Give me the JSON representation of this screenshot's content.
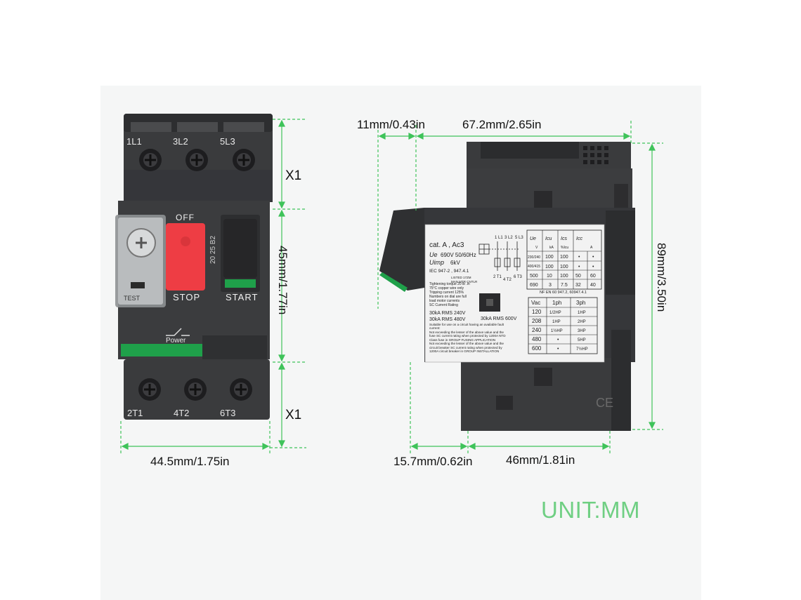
{
  "colors": {
    "dimension_line": "#3fc35a",
    "housing": "#3b3c3e",
    "housing_dark": "#2a2b2d",
    "stop_button": "#ef3e45",
    "accent_green": "#1fa04a",
    "label_panel": "#f2f2f2",
    "unit_text": "#6fcf83"
  },
  "front_view": {
    "terminals_top": [
      "1L1",
      "3L2",
      "5L3"
    ],
    "terminals_bottom": [
      "2T1",
      "4T2",
      "6T3"
    ],
    "off_label": "OFF",
    "stop_label": "STOP",
    "start_label": "START",
    "test_label": "TEST",
    "power_label": "Power",
    "dial_label": "20 25 B2"
  },
  "side_label": {
    "cat": "cat. A , Ac3",
    "ue_line": "690V 50/60Hz",
    "uimp_line": "6kV",
    "iec": "IEC 947-2 , 947.4.1",
    "listed": "LISTED 17ZM",
    "man_mtr": "MAN MTR CNTLR",
    "torque_lines": [
      "Tightening torque 20 lb .in",
      "75°C copper wire only",
      "Tripping current 125%",
      "Numbers on dial are full",
      "load motor currents",
      "SC Current Rating"
    ],
    "ka_lines": [
      "30kA RMS 240V",
      "30kA RMS 480V"
    ],
    "ka_single": "30kA RMS 600V",
    "suitable_lines": [
      "Suitable for use on a circuit having an available fault",
      "current:",
      "Not exceeding the lesser of the above value and the",
      "fuse SC current rating when protected by 1200A NTD",
      "Class fuse in GROUP FUSING APPLICATION",
      "Not exceeding the lesser of the above value and the",
      "circuit breaker SC current rating when protected by",
      "1200A circuit breaker in GROUP INSTALLATION"
    ],
    "nf_line": "NF EN 60 947.2, 60947.4.1",
    "top_table": {
      "headers": [
        "Ue",
        "Icu",
        "Ics",
        "Icc"
      ],
      "subheaders": [
        "V",
        "kA",
        "%Icu",
        "A"
      ],
      "rows": [
        [
          "230/240",
          "100",
          "100",
          "•",
          "•"
        ],
        [
          "400/415",
          "100",
          "100",
          "•",
          "•"
        ],
        [
          "500",
          "10",
          "100",
          "50",
          "60"
        ],
        [
          "690",
          "3",
          "7.5",
          "32",
          "40"
        ]
      ]
    },
    "hp_table": {
      "headers": [
        "Vac",
        "1ph",
        "3ph"
      ],
      "rows": [
        [
          "120",
          "1/2HP",
          "1HP"
        ],
        [
          "208",
          "1HP",
          "2HP"
        ],
        [
          "240",
          "1½HP",
          "3HP"
        ],
        [
          "480",
          "•",
          "5HP"
        ],
        [
          "600",
          "•",
          "7½HP"
        ]
      ]
    },
    "wiring_labels": [
      "1 L1",
      "3 L2",
      "5 L3",
      "2 T1",
      "4 T2",
      "6 T3"
    ]
  },
  "dimensions": {
    "x1_top": "X1",
    "height_mid": "45mm/1.77in",
    "x1_bottom": "X1",
    "width_front": "44.5mm/1.75in",
    "depth_top_a": "11mm/0.43in",
    "depth_top_b": "67.2mm/2.65in",
    "height_side": "89mm/3.50in",
    "depth_bottom_a": "15.7mm/0.62in",
    "depth_bottom_b": "46mm/1.81in"
  },
  "unit": "UNIT:MM"
}
